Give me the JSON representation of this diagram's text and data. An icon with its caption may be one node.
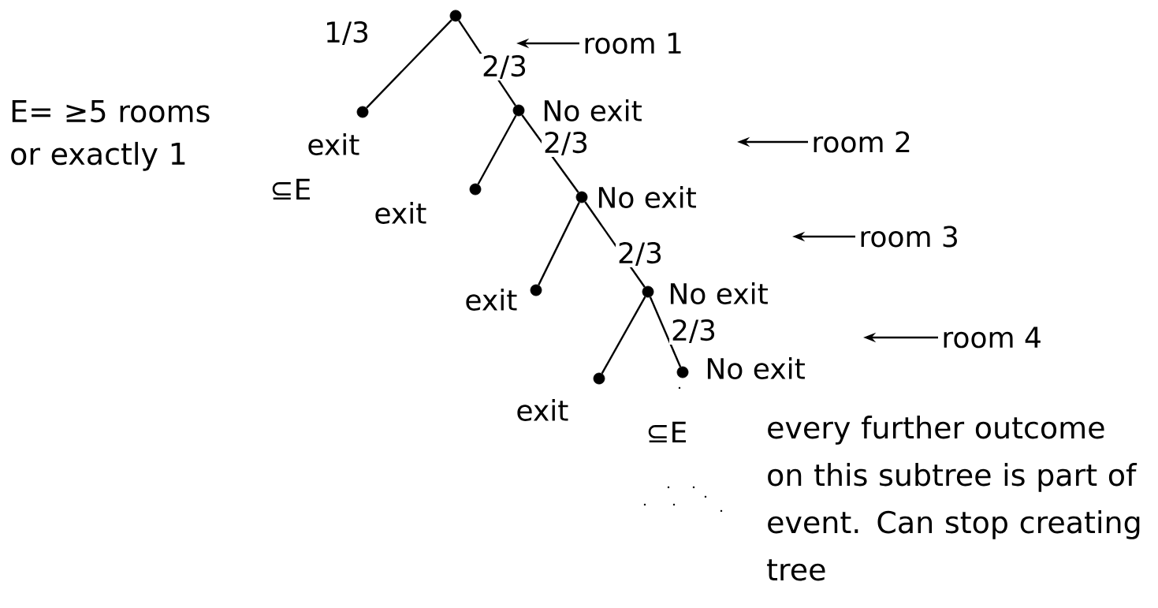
{
  "diagram": {
    "nodes": [
      {
        "text": [],
        "shape": "circle"
      },
      {
        "text": [],
        "shape": "circle",
        "beside": [
          "exit",
          "⊆E"
        ]
      },
      {
        "text": [],
        "shape": "circle",
        "beside": [
          "No exit"
        ]
      },
      {
        "text": [],
        "shape": "circle",
        "beside": [
          "exit"
        ]
      },
      {
        "text": [],
        "shape": "circle",
        "beside": [
          "No exit"
        ]
      },
      {
        "text": [],
        "shape": "circle",
        "beside": [
          "exit"
        ]
      },
      {
        "text": [],
        "shape": "circle",
        "beside": [
          "No exit"
        ]
      },
      {
        "text": [],
        "shape": "circle",
        "beside": [
          "exit"
        ]
      },
      {
        "text": [],
        "shape": "circle",
        "beside": [
          "No exit",
          "⊆E"
        ]
      },
      {
        "text": [
          "room 1"
        ]
      },
      {
        "text": [
          "room 2"
        ]
      },
      {
        "text": [
          "room 3"
        ]
      },
      {
        "text": [
          "room 4"
        ]
      }
    ],
    "edges": [
      {
        "from": 0,
        "to": 1,
        "arrow": "none",
        "label": "1/3"
      },
      {
        "from": 0,
        "to": 2,
        "arrow": "none",
        "label": "2/3"
      },
      {
        "from": 2,
        "to": 3,
        "arrow": "none"
      },
      {
        "from": 2,
        "to": 4,
        "arrow": "none",
        "label": "2/3"
      },
      {
        "from": 4,
        "to": 5,
        "arrow": "none"
      },
      {
        "from": 4,
        "to": 6,
        "arrow": "none",
        "label": "2/3"
      },
      {
        "from": 6,
        "to": 7,
        "arrow": "none"
      },
      {
        "from": 6,
        "to": 8,
        "arrow": "none",
        "label": "2/3"
      },
      {
        "from": 9,
        "to": null,
        "arrow": "to"
      },
      {
        "from": 10,
        "to": null,
        "arrow": "to"
      },
      {
        "from": 11,
        "to": null,
        "arrow": "to"
      },
      {
        "from": 12,
        "to": null,
        "arrow": "to"
      }
    ],
    "labels": [
      "E= ≥5 rooms or exactly 1",
      "every further outcome on this subtree is part of event. Can stop creating tree"
    ]
  }
}
